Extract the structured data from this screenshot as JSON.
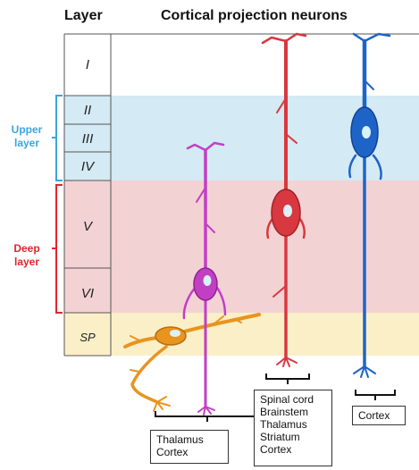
{
  "header": {
    "layer_title": "Layer",
    "neurons_title": "Cortical projection neurons"
  },
  "layers": [
    "I",
    "II",
    "III",
    "IV",
    "V",
    "VI",
    "SP"
  ],
  "groups": {
    "upper": "Upper\nlayer",
    "deep": "Deep\nlayer"
  },
  "colors": {
    "upper_band": "#d4eaf5",
    "deep_band": "#f3d2d4",
    "subplate_band": "#fbefc7",
    "upper_bracket": "#3aa5dd",
    "deep_bracket": "#e0262e",
    "orange_neuron": "#e8941f",
    "magenta_neuron": "#c23fc4",
    "red_neuron": "#d8383f",
    "blue_neuron": "#1e64c8"
  },
  "targets": {
    "magenta": [
      "Thalamus",
      "Cortex"
    ],
    "red": [
      "Spinal cord",
      "Brainstem",
      "Thalamus",
      "Striatum",
      "Cortex"
    ],
    "blue": [
      "Cortex"
    ]
  },
  "icons": {
    "orange": "subplate-neuron-icon",
    "magenta": "corticothalamic-neuron-icon",
    "red": "subcortical-projection-neuron-icon",
    "blue": "intracortical-projection-neuron-icon"
  }
}
